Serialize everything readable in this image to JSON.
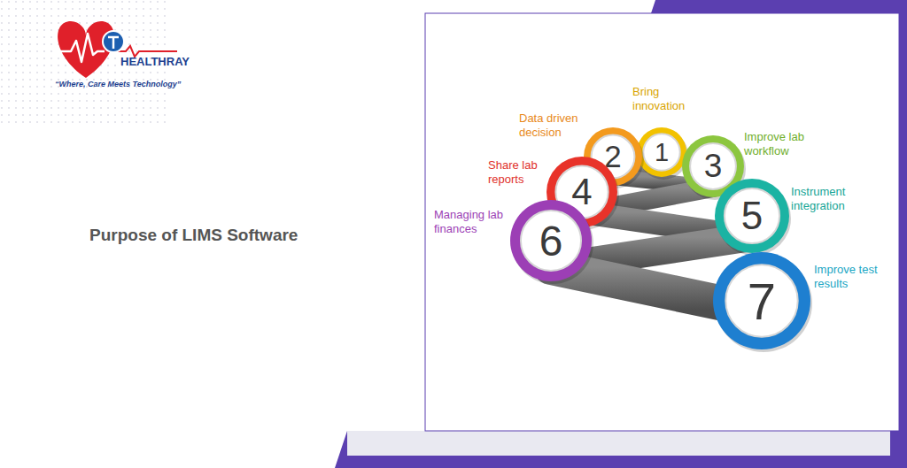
{
  "diagram": {
    "title": "Purpose of LIMS Software",
    "nodes": [
      {
        "text": [
          "1",
          "Bring innovation"
        ]
      },
      {
        "text": [
          "2",
          "Data driven decision"
        ]
      },
      {
        "text": [
          "3",
          "Improve lab workflow"
        ]
      },
      {
        "text": [
          "4",
          "Share lab reports"
        ]
      },
      {
        "text": [
          "5",
          "Instrument integration"
        ]
      },
      {
        "text": [
          "6",
          "Managing lab finances"
        ]
      },
      {
        "text": [
          "7",
          "Improve test results"
        ]
      }
    ],
    "labels": [
      "HEALTHRAY",
      "“Where, Care Meets Technology”"
    ]
  }
}
